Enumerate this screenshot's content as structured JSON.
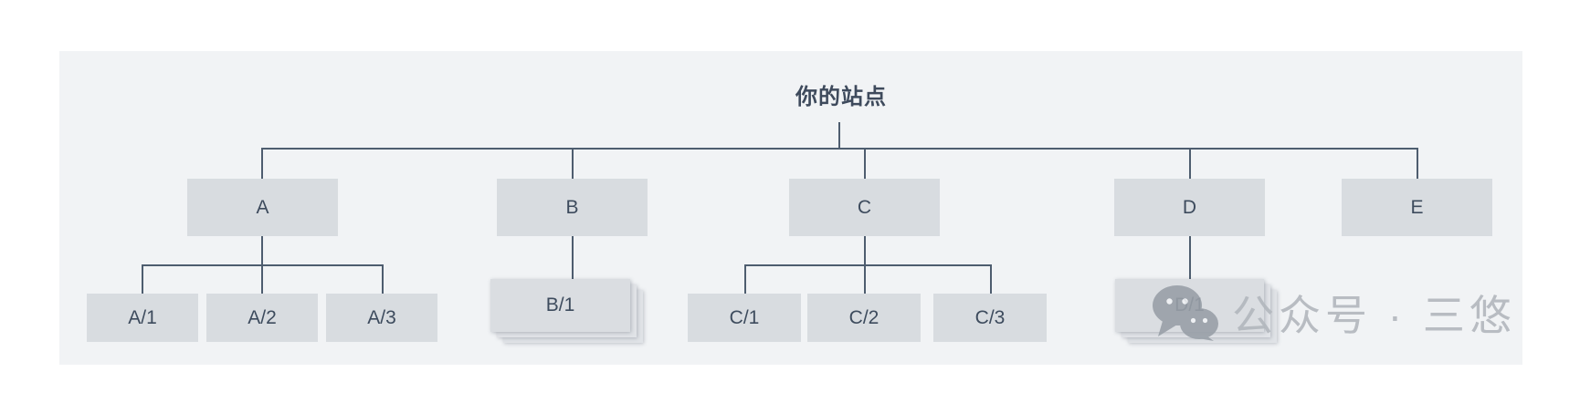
{
  "diagram": {
    "root_label": "你的站点",
    "nodes": [
      {
        "label": "A",
        "stacked_children": false,
        "children": [
          "A/1",
          "A/2",
          "A/3"
        ]
      },
      {
        "label": "B",
        "stacked_children": true,
        "children": [
          "B/1"
        ]
      },
      {
        "label": "C",
        "stacked_children": false,
        "children": [
          "C/1",
          "C/2",
          "C/3"
        ]
      },
      {
        "label": "D",
        "stacked_children": true,
        "children": [
          "D/1"
        ]
      },
      {
        "label": "E",
        "stacked_children": false,
        "children": []
      }
    ]
  },
  "watermark": {
    "icon": "wechat-icon",
    "text": "公众号 · 三悠"
  },
  "colors": {
    "page_bg": "#ffffff",
    "panel_bg": "#f1f3f5",
    "node_fill": "#d8dce0",
    "node_text": "#3d4b5d",
    "connector": "#4e5d6f",
    "root_text": "#3e4a5c",
    "watermark_text": "#b2b7bd",
    "watermark_icon": "#99a0a8"
  }
}
